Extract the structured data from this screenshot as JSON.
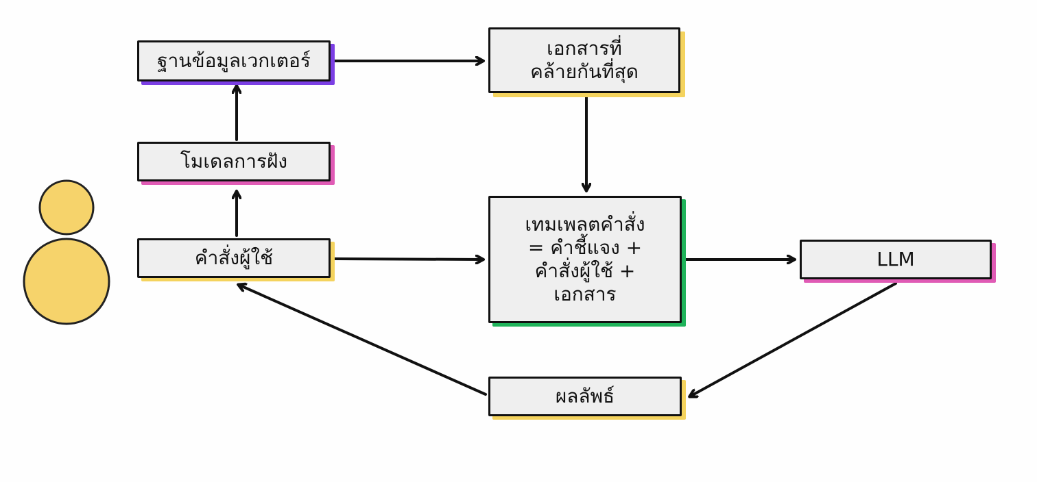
{
  "diagram": {
    "nodes": {
      "vector_db": {
        "label": "ฐานข้อมูลเวกเตอร์",
        "accent": "#7b3fe4"
      },
      "similar_docs": {
        "lines": [
          "เอกสารที่",
          "คล้ายกันที่สุด"
        ],
        "accent": "#f4d35e"
      },
      "embedding_model": {
        "label": "โมเดลการฝัง",
        "accent": "#e05bb5"
      },
      "user_prompt": {
        "label": "คำสั่งผู้ใช้",
        "accent": "#f4d35e"
      },
      "prompt_template": {
        "lines": [
          "เทมเพลตคำสั่ง",
          "= คำชี้แจง +",
          "คำสั่งผู้ใช้ +",
          "เอกสาร"
        ],
        "accent": "#1fb35a"
      },
      "llm": {
        "label": "LLM",
        "accent": "#e05bb5"
      },
      "result": {
        "label": "ผลลัพธ์",
        "accent": "#f4d35e"
      }
    },
    "user_icon": {
      "name": "user-icon",
      "color": "#f6d36b"
    },
    "edges": [
      {
        "from": "user_prompt",
        "to": "embedding_model"
      },
      {
        "from": "embedding_model",
        "to": "vector_db"
      },
      {
        "from": "vector_db",
        "to": "similar_docs"
      },
      {
        "from": "similar_docs",
        "to": "prompt_template"
      },
      {
        "from": "user_prompt",
        "to": "prompt_template"
      },
      {
        "from": "prompt_template",
        "to": "llm"
      },
      {
        "from": "llm",
        "to": "result"
      },
      {
        "from": "result",
        "to": "user_prompt"
      }
    ]
  }
}
